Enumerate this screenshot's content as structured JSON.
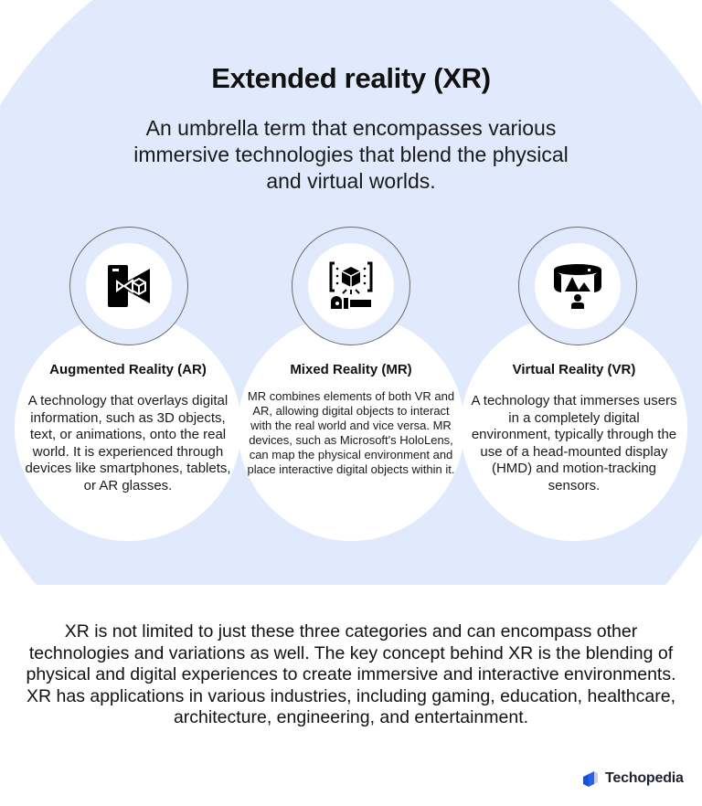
{
  "header": {
    "title": "Extended reality (XR)",
    "subtitle": "An umbrella term that encompasses various immersive technologies that blend the physical and virtual worlds."
  },
  "categories": [
    {
      "icon": "ar-phone-cube-icon",
      "title": "Augmented Reality (AR)",
      "description": "A technology that overlays digital information, such as 3D objects, text, or animations, onto the real world. It is experienced through devices like smartphones, tablets, or AR glasses."
    },
    {
      "icon": "mr-hand-cube-icon",
      "title": "Mixed Reality (MR)",
      "description": "MR combines elements of both VR and AR, allowing digital objects to interact with the real world and vice versa. MR devices, such as Microsoft's HoloLens, can map the physical environment and place interactive digital objects within it."
    },
    {
      "icon": "vr-360-person-icon",
      "title": "Virtual Reality (VR)",
      "description": "A technology that immerses users in a completely digital environment, typically through the use of a head-mounted display (HMD) and motion-tracking sensors."
    }
  ],
  "footer": {
    "text": "XR is not limited to just these three categories and can encompass other technologies and variations as well. The key concept behind XR is the blending of physical and digital experiences to create immersive and interactive environments. XR has applications in various industries, including gaming, education, healthcare, architecture, engineering, and entertainment."
  },
  "brand": {
    "name": "Techopedia"
  },
  "colors": {
    "background_blob": "#e1eafd",
    "card": "#ffffff",
    "text": "#111111",
    "brand_blue": "#1d4ed8"
  }
}
